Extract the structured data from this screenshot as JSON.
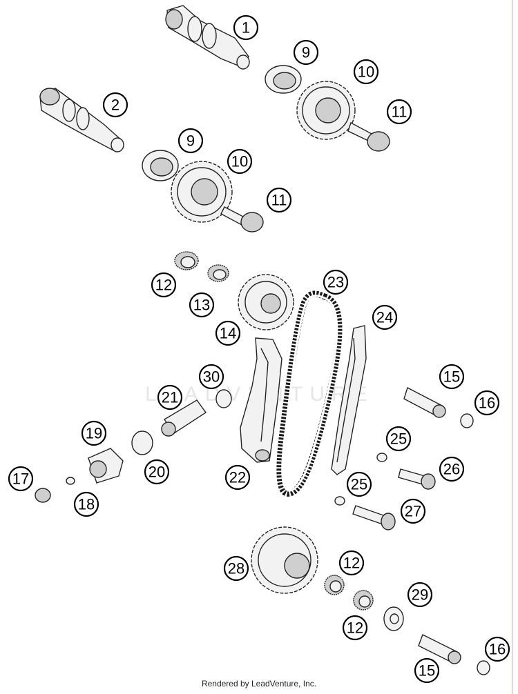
{
  "footer": "Rendered by LeadVenture, Inc.",
  "watermark": "LEADVENTURE",
  "callouts": [
    "1",
    "2",
    "9",
    "10",
    "11",
    "9",
    "10",
    "11",
    "12",
    "13",
    "14",
    "23",
    "24",
    "30",
    "21",
    "15",
    "16",
    "19",
    "25",
    "20",
    "26",
    "17",
    "18",
    "22",
    "25",
    "27",
    "28",
    "12",
    "29",
    "12",
    "16",
    "15"
  ]
}
